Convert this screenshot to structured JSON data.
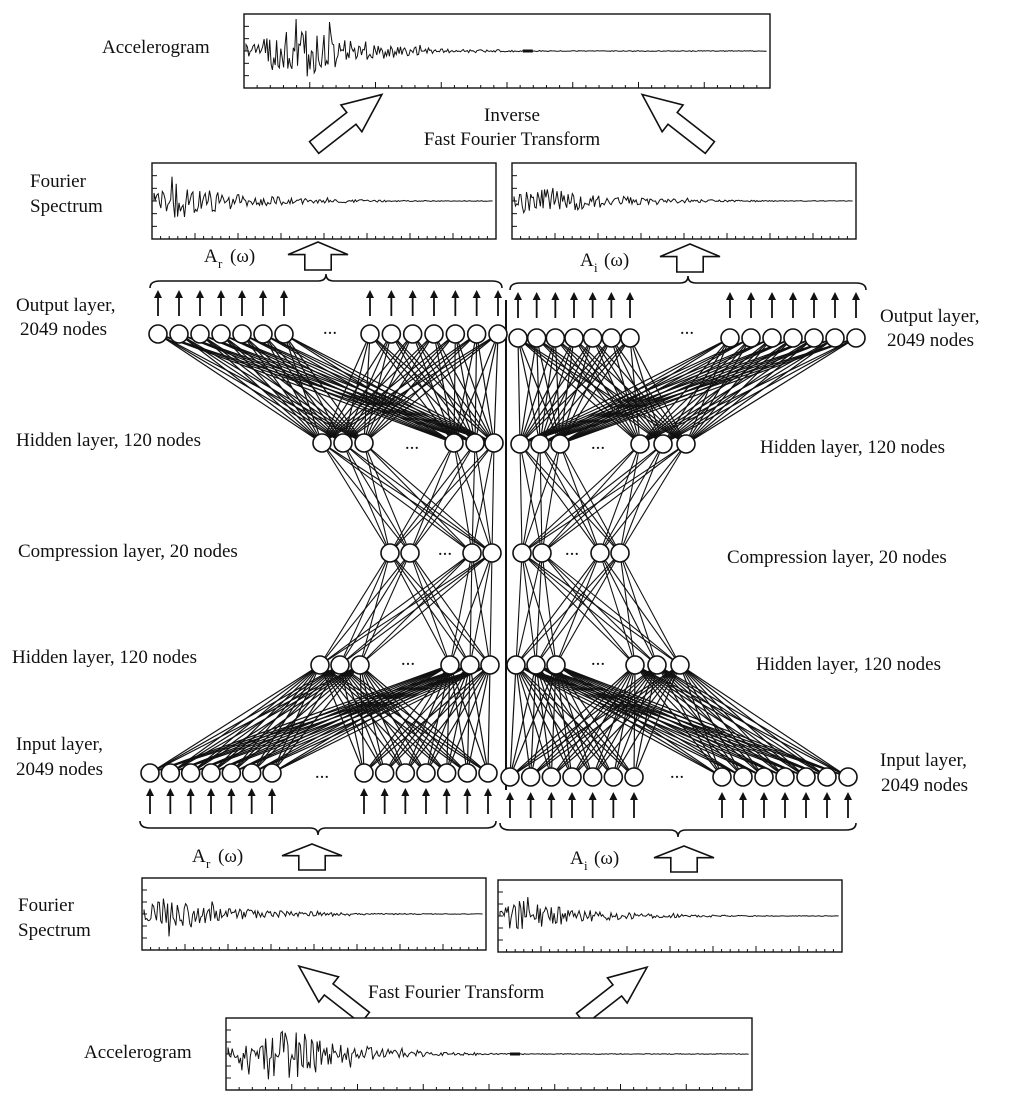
{
  "top": {
    "accelerogram_label": "Accelerogram",
    "transform_line1": "Inverse",
    "transform_line2": "Fast Fourier Transform"
  },
  "decoder": {
    "spectrum_label_line1": "Fourier",
    "spectrum_label_line2": "Spectrum",
    "real_label": "A",
    "real_sub": "r",
    "imag_label": "A",
    "imag_sub": "i",
    "omega": "(ω)"
  },
  "layers": {
    "output_left_line1": "Output layer,",
    "output_left_line2": "2049 nodes",
    "output_right_line1": "Output layer,",
    "output_right_line2": "2049 nodes",
    "hidden_top_left": "Hidden layer, 120 nodes",
    "hidden_top_right": "Hidden layer, 120 nodes",
    "compression_left": "Compression layer, 20 nodes",
    "compression_right": "Compression layer, 20 nodes",
    "hidden_bottom_left": "Hidden layer, 120 nodes",
    "hidden_bottom_right": "Hidden layer, 120 nodes",
    "input_left_line1": "Input layer,",
    "input_left_line2": "2049 nodes",
    "input_right_line1": "Input layer,",
    "input_right_line2": "2049 nodes",
    "ellipsis": "..."
  },
  "encoder": {
    "real_label": "A",
    "real_sub": "r",
    "imag_label": "A",
    "imag_sub": "i",
    "omega": "(ω)",
    "spectrum_label_line1": "Fourier",
    "spectrum_label_line2": "Spectrum"
  },
  "bottom": {
    "transform_label": "Fast Fourier Transform",
    "accelerogram_label": "Accelerogram"
  },
  "style": {
    "ink": "#111111",
    "paper": "#ffffff"
  }
}
